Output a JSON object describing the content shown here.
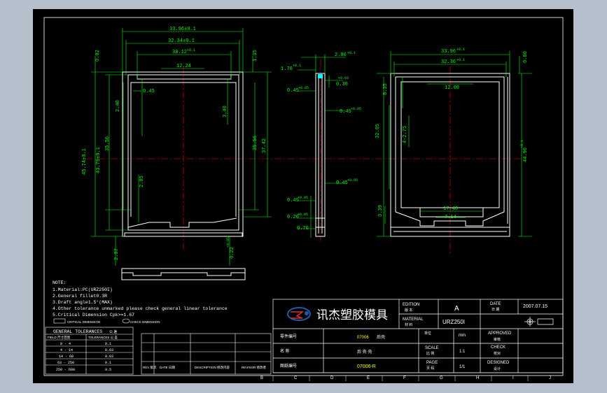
{
  "colors": {
    "background_outer": "#b6bfcc",
    "sheet": "#000000",
    "outline": "#ffffff",
    "dimension": "#00ff00",
    "center_line": "#ff0000",
    "annotation": "#ffff00",
    "accent": "#00ffff",
    "logo_blue": "#1e5aa8",
    "logo_red": "#d32f2f"
  },
  "front_view": {
    "dims": {
      "top_overall": "33.96±0.1",
      "top_inner": "32.34±0.1",
      "top_frame": "30.12",
      "top_frame_tol": "+0.1",
      "top_slot": "12.24",
      "edge_gap": "0.45",
      "left_top_small": "0.02",
      "right_top_small": "1.35",
      "left_height_overall": "45.74±0.1",
      "left_height_inner": "43.79±0.1",
      "inner_height_1": "35.56",
      "depth_1": "2.40",
      "inner_depth": "3.40",
      "right_height_1": "35.56",
      "right_height_2": "37.42",
      "bottom_small": "2.85",
      "below_left": "2.07",
      "below_right": "0.22",
      "below_right_tol": "+0.05"
    }
  },
  "side_view": {
    "dims": {
      "top_width": "2.80",
      "top_width_tol": "+0.1",
      "left_1": "1.70",
      "left_1_tol": "+0.1",
      "left_2": "0.45",
      "left_2_tol": "+0.05",
      "right_1": "0.30",
      "right_1_tol": "+0.03",
      "right_2": "0.45",
      "right_2_tol": "+0.05",
      "right_3": "0.45",
      "right_3_tol": "+0.05",
      "left_3": "0.45",
      "left_3_tol": "+0.05",
      "left_4": "0.20",
      "left_4_tol": "+0.05",
      "left_5": "0.70"
    }
  },
  "back_view": {
    "dims": {
      "top_overall": "33.96",
      "top_overall_tol": "+0.1",
      "top_inner": "32.36",
      "top_inner_tol": "+0.1",
      "top_slot": "12.00",
      "right_small": "0.80",
      "left_1": "8.35",
      "left_2": "4-2.75",
      "left_3": "32.05",
      "left_4": "3.39",
      "right_height": "44.90",
      "right_height_tol": "+0.1",
      "bottom_1": "17.40",
      "bottom_2": "7.14"
    }
  },
  "notes": {
    "heading": "NOTE:",
    "lines": [
      "1.Material:PC(URZ250I)",
      "2.General fillet0.3R",
      "3.Draft angle1.5°(MAX)",
      "4.Other tolerance unmarked please check general linear tolerance",
      "5.Critical Dimension Cpk>=1.67"
    ],
    "legend_1": "CRITICAL DIMENSION",
    "legend_2": "CHECK DIMENSION"
  },
  "tolerance_table": {
    "title": "GENERAL TOLERANCES",
    "title_cn": "公 差",
    "headers": [
      "FIELD 尺寸范围",
      "TOLERANCES 公 差"
    ],
    "rows": [
      [
        "0 - 4",
        "0.1"
      ],
      [
        "4 - 14",
        "0.03"
      ],
      [
        "14 - 60",
        "0.03"
      ],
      [
        "63 - 250",
        "0.1"
      ],
      [
        "250 - 600",
        "0.5"
      ]
    ]
  },
  "revision_table": {
    "headers": [
      "REV 版次",
      "DATE 日期",
      "DESCRIPTION 修改内容",
      "REVISOR 修改者"
    ]
  },
  "title_block": {
    "company": "讯杰塑胶模具",
    "edition_label": "EDITION",
    "edition_label_cn": "版 本",
    "edition_value": "A",
    "date_label": "DATE",
    "date_label_cn": "日 期",
    "date_value": "2007.07.15",
    "material_label": "MATERIAL",
    "material_label_cn": "材 料",
    "material_value": "URZ250I",
    "part_no_label": "零件编号",
    "part_no_value": "07006",
    "part_no_suffix": "后壳",
    "unit_label": "单位",
    "unit_value": "mm",
    "approved_label": "APPROVED",
    "approved_label_cn": "审核",
    "name_label": "名 称",
    "name_value": "后 壳 壳",
    "scale_label": "SCALE",
    "scale_label_cn": "比 例",
    "scale_value": "1:1",
    "check_label": "CHECK",
    "check_label_cn": "校对",
    "drawing_no_label": "图纸编号",
    "drawing_no_value": "07006-R",
    "page_label": "PAGE",
    "page_label_cn": "页 码",
    "page_value": "1/1",
    "designed_label": "DESIGNED",
    "designed_label_cn": "设计"
  },
  "grid_letters": [
    "B",
    "C",
    "D",
    "E",
    "F",
    "G",
    "H",
    "I",
    "J"
  ]
}
